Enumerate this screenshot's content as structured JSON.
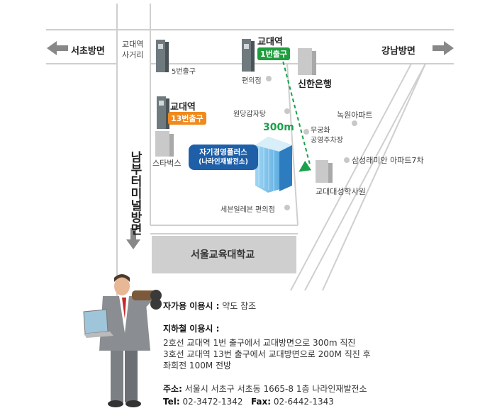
{
  "directions": {
    "left": "서초방면",
    "right": "강남방면",
    "down": "남부터미널방면"
  },
  "landmarks": {
    "gyodae_junction": [
      "교대역",
      "사거리"
    ],
    "exit5": "5번출구",
    "station_top": "교대역",
    "station_top_exit": "1번출구",
    "station_mid": "교대역",
    "station_mid_exit": "13번출구",
    "convenience_store": "편의점",
    "shinhan_bank": "신한은행",
    "wondang": "원당감자탕",
    "distance": "300m",
    "nokwon_apt": "녹원아파트",
    "parking": [
      "무궁화",
      "공영주차장"
    ],
    "starbucks": "스타벅스",
    "samsung_apt": "삼성래미안 아파트7차",
    "destination": [
      "자기경영플러스",
      "(나라인재발전소)"
    ],
    "teachers_house": "교대대성학사원",
    "seven_eleven": "세븐일레븐 편의점",
    "university": "서울교육대학교"
  },
  "info": {
    "car_title": "자가용 이용시 :",
    "car_text": " 약도 참조",
    "subway_title": "지하철 이용시 :",
    "subway_lines": [
      "2호선  교대역 1번  출구에서  교대방면으로  300m  직진",
      "3호선  교대역  13번  출구에서  교대방면으로  200M  직진  후",
      "좌회전  100M  전방"
    ],
    "address_label": "주소:",
    "address": " 서울시  서초구  서초동  1665-8  1층  나라인재발전소",
    "tel_label": "Tel:",
    "tel": " 02-3472-1342",
    "fax_label": "Fax:",
    "fax": " 02-6442-1343"
  },
  "colors": {
    "road": "#d8d8d8",
    "route": "#1aa14a",
    "exit_green": "#1f9e3e",
    "exit_orange": "#f08a1c",
    "destination_blue": "#1f5fa8",
    "university_block": "#cfcfcf"
  }
}
